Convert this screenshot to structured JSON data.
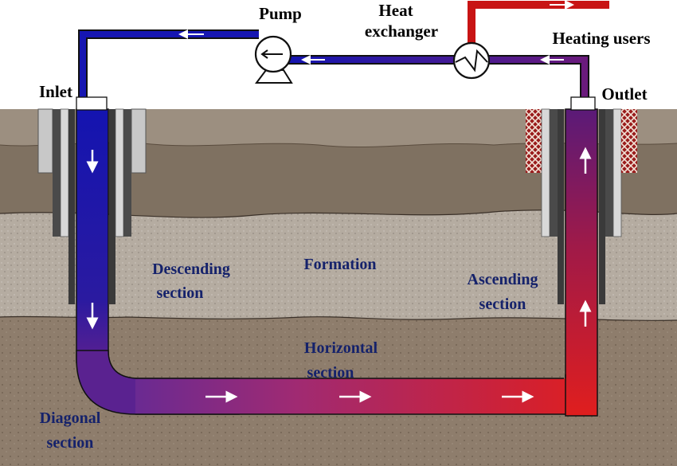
{
  "labels": {
    "pump": "Pump",
    "heat_exchanger_line1": "Heat",
    "heat_exchanger_line2": "exchanger",
    "heating_users": "Heating users",
    "inlet": "Inlet",
    "outlet": "Outlet",
    "descending_line1": "Descending",
    "descending_line2": "section",
    "formation": "Formation",
    "ascending_line1": "Ascending",
    "ascending_line2": "section",
    "horizontal_line1": "Horizontal",
    "horizontal_line2": "section",
    "diagonal_line1": "Diagonal",
    "diagonal_line2": "section"
  },
  "colors": {
    "cold_fluid": "#1a1aa6",
    "mid_fluid": "#5a1a8c",
    "hot_fluid": "#d81e1e",
    "label_navy": "#15226b",
    "rock_top": "#8a7c6c",
    "rock_middle": "#b5aca1",
    "rock_bottom": "#8e7d6c"
  }
}
